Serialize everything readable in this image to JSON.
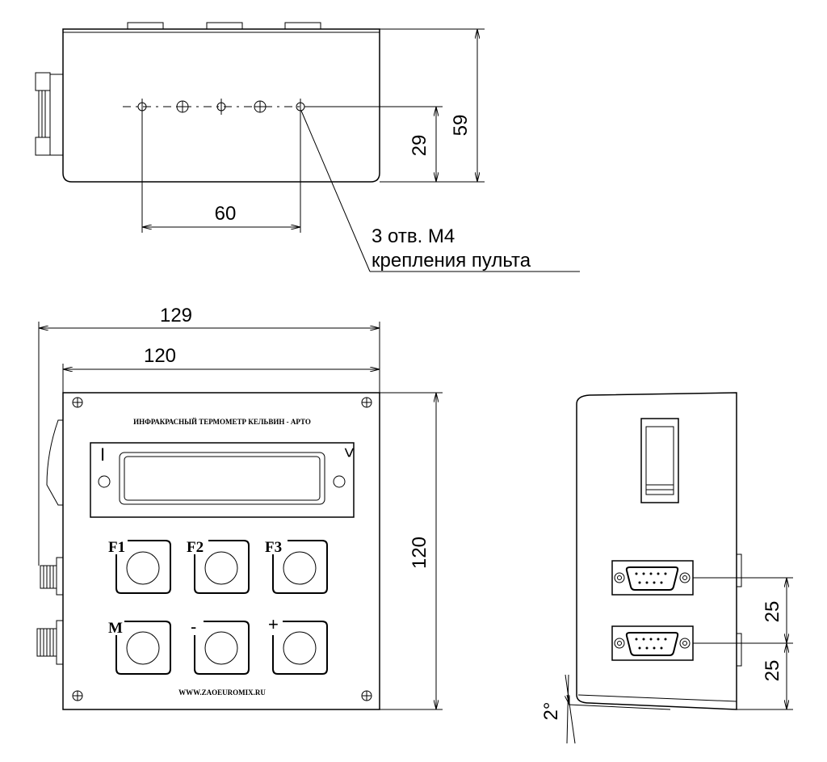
{
  "top_view": {
    "dim_span": "60",
    "dim_hole_height": "29",
    "dim_height": "59",
    "note_line1": "3 отв. М4",
    "note_line2": "крепления пульта"
  },
  "front_view": {
    "dim_total_width": "129",
    "dim_panel_width": "120",
    "dim_panel_height": "120",
    "panel_title": "ИНФРАКРАСНЫЙ ТЕРМОМЕТР КЕЛЬВИН - АРТО",
    "display_left_mark": "I",
    "display_right_mark": ">",
    "keys": [
      {
        "label": "F1"
      },
      {
        "label": "F2"
      },
      {
        "label": "F3"
      },
      {
        "label": "M"
      },
      {
        "label": "-"
      },
      {
        "label": "+"
      }
    ],
    "url": "WWW.ZAOEUROMIX.RU"
  },
  "side_view": {
    "dim_connector_spacing": "25",
    "dim_connector_bottom": "25",
    "dim_angle": "2°"
  }
}
